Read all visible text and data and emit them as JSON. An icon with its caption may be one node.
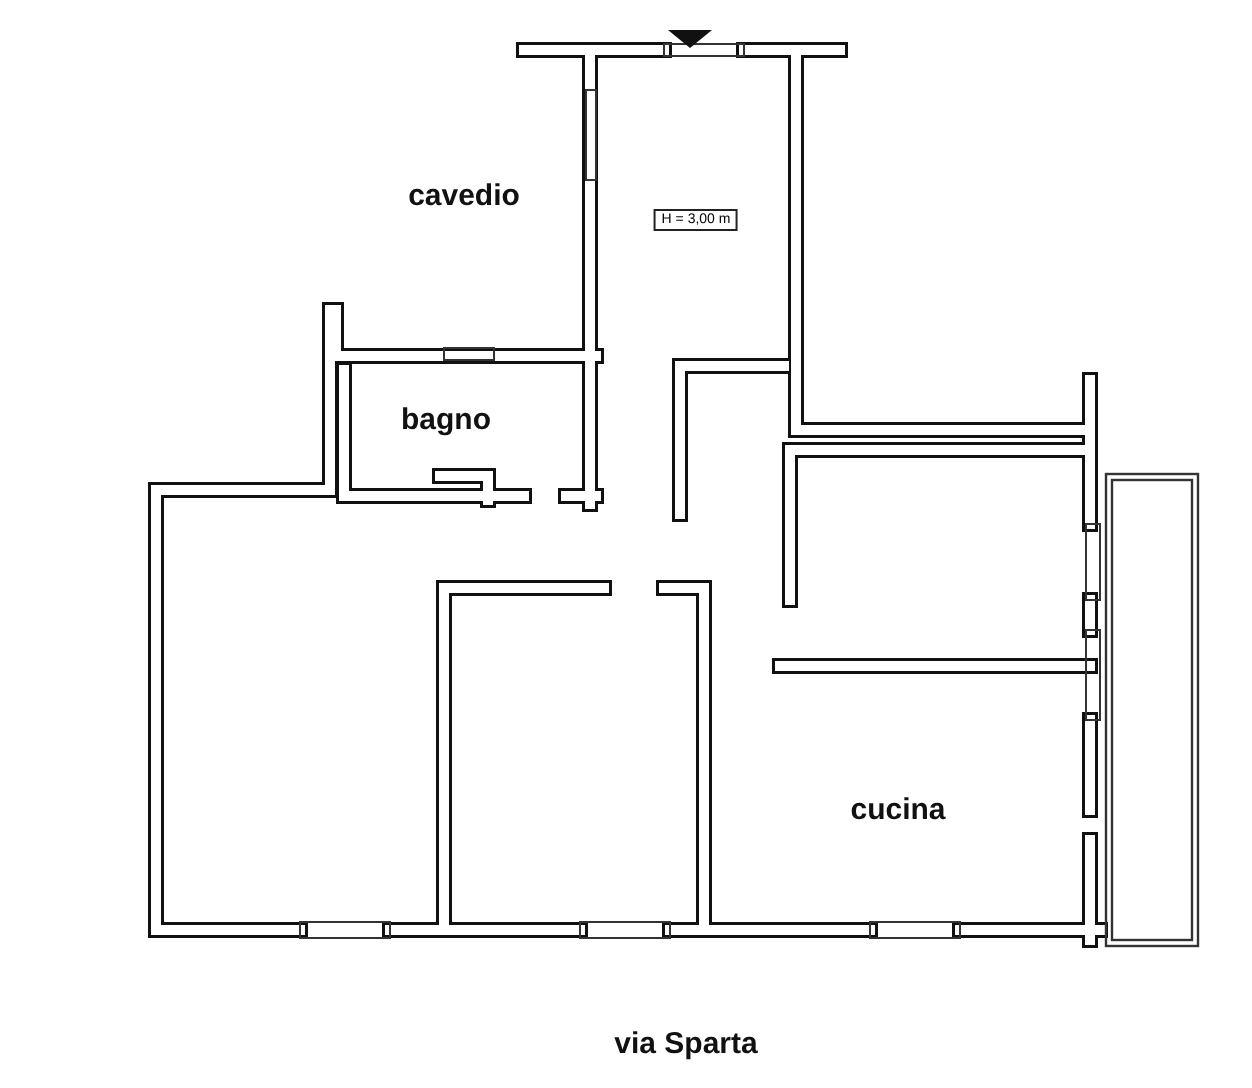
{
  "diagram": {
    "nodes": [
      {
        "text": [
          "H = 3,00 m"
        ]
      }
    ],
    "labels": [
      "cavedio",
      "bagno",
      "cucina",
      "via Sparta"
    ]
  }
}
